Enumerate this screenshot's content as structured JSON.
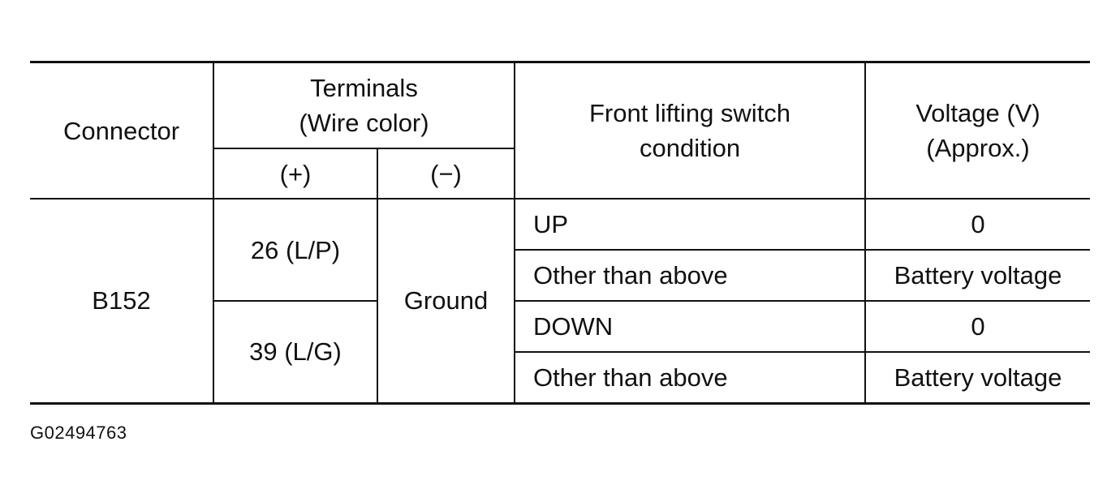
{
  "table": {
    "headers": {
      "connector": "Connector",
      "terminals_line1": "Terminals",
      "terminals_line2": "(Wire color)",
      "plus": "(+)",
      "minus": "(−)",
      "condition_line1": "Front lifting switch",
      "condition_line2": "condition",
      "voltage_line1": "Voltage (V)",
      "voltage_line2": "(Approx.)"
    },
    "connector": "B152",
    "ground": "Ground",
    "terminal_groups": [
      {
        "positive": "26 (L/P)"
      },
      {
        "positive": "39 (L/G)"
      }
    ],
    "rows": [
      {
        "condition": "UP",
        "voltage": "0"
      },
      {
        "condition": "Other than above",
        "voltage": "Battery voltage"
      },
      {
        "condition": "DOWN",
        "voltage": "0"
      },
      {
        "condition": "Other than above",
        "voltage": "Battery voltage"
      }
    ]
  },
  "figure_code": "G02494763"
}
